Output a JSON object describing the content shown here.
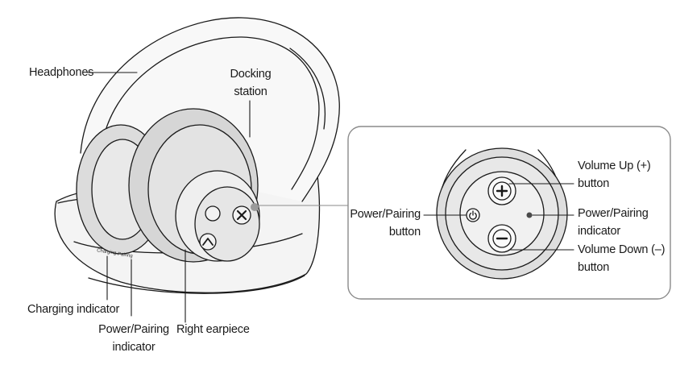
{
  "labels": {
    "headphones": "Headphones",
    "docking_station": [
      "Docking",
      "station"
    ],
    "charging_indicator": "Charging indicator",
    "power_pairing_indicator": [
      "Power/Pairing",
      "indicator"
    ],
    "right_earpiece": "Right earpiece",
    "callout_power_button": [
      "Power/Pairing",
      "button"
    ],
    "callout_volume_up": [
      "Volume Up (+)",
      "button"
    ],
    "callout_power_indicator": [
      "Power/Pairing",
      "indicator"
    ],
    "callout_volume_down": [
      "Volume Down (–)",
      "button"
    ]
  },
  "dock_print": {
    "charging": "Charging",
    "pairing": "Pairing"
  },
  "colors": {
    "line": "#1a1a1a",
    "fill_dark": "#d9d9d9",
    "fill_mid": "#ececec",
    "callout_border": "#8a8a8a"
  }
}
